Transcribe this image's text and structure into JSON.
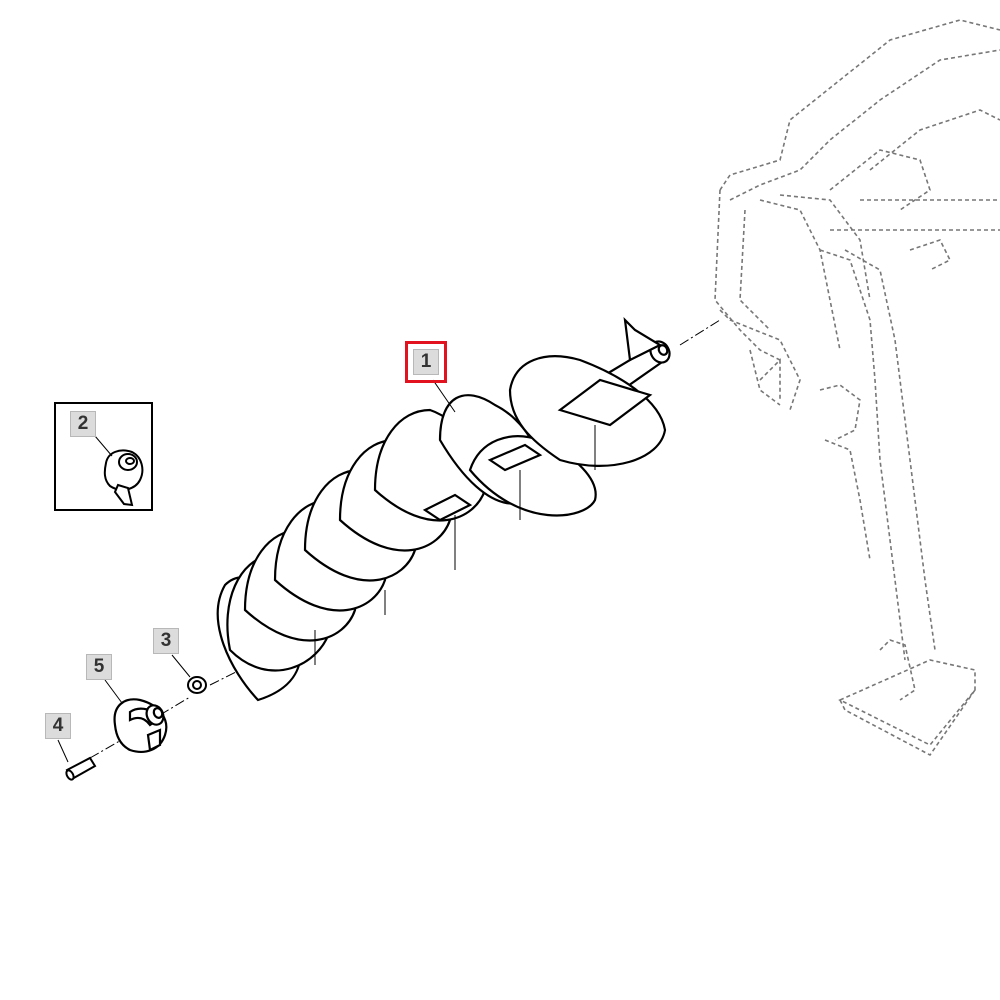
{
  "callouts": [
    {
      "id": "1",
      "label": "1",
      "selected": true
    },
    {
      "id": "2",
      "label": "2",
      "selected": false
    },
    {
      "id": "3",
      "label": "3",
      "selected": false
    },
    {
      "id": "4",
      "label": "4",
      "selected": false
    },
    {
      "id": "5",
      "label": "5",
      "selected": false
    }
  ],
  "colors": {
    "selection": "#e2131f",
    "callout_bg": "#dcdcdc",
    "line": "#000000",
    "ghost_line": "#777777"
  },
  "icons": [
    "auger-flighting-part",
    "auger-bit-part",
    "nut-part",
    "pin-part",
    "bit-holder-part",
    "hydraulic-drive-frame-ghost"
  ]
}
